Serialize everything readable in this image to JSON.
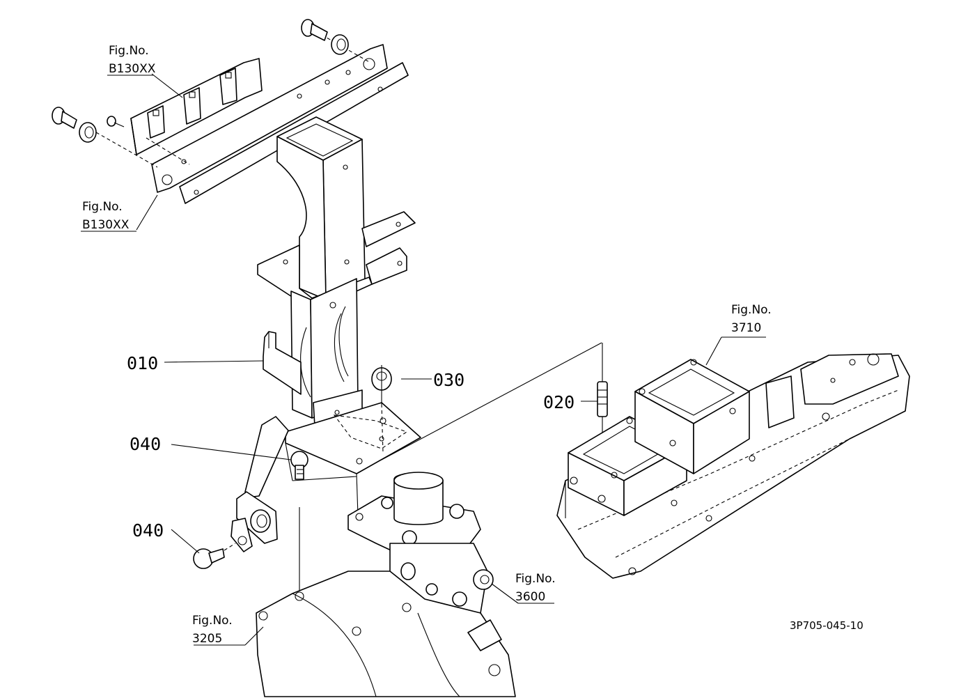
{
  "labels": {
    "fig_top": {
      "prefix": "Fig.No.",
      "code": "B130XX"
    },
    "fig_left": {
      "prefix": "Fig.No.",
      "code": "B130XX"
    },
    "fig_3710": {
      "prefix": "Fig.No.",
      "code": "3710"
    },
    "fig_3600": {
      "prefix": "Fig.No.",
      "code": "3600"
    },
    "fig_3205": {
      "prefix": "Fig.No.",
      "code": "3205"
    }
  },
  "parts": {
    "p010": "010",
    "p020": "020",
    "p030": "030",
    "p040a": "040",
    "p040b": "040"
  },
  "drawing_code": "3P705-045-10"
}
